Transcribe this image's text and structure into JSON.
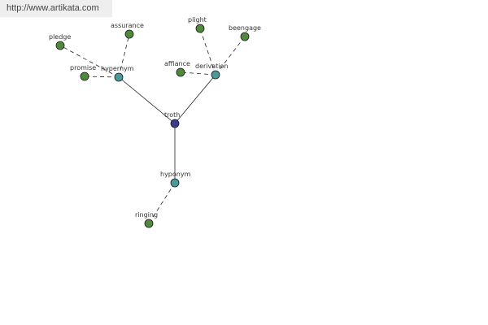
{
  "source_url": "http://www.artikata.com",
  "graph": {
    "nodes": [
      {
        "id": "troth",
        "label": "troth",
        "kind": "root",
        "color": "#3b3b8c"
      },
      {
        "id": "hypernym",
        "label": "hypernym",
        "kind": "relation",
        "color": "#4a9a9a"
      },
      {
        "id": "derivation",
        "label": "derivation",
        "kind": "relation",
        "color": "#4a9a9a"
      },
      {
        "id": "hyponym",
        "label": "hyponym",
        "kind": "relation",
        "color": "#4a9a9a"
      },
      {
        "id": "pledge",
        "label": "pledge",
        "kind": "word",
        "color": "#4f8a3c"
      },
      {
        "id": "assurance",
        "label": "assurance",
        "kind": "word",
        "color": "#4f8a3c"
      },
      {
        "id": "promise",
        "label": "promise",
        "kind": "word",
        "color": "#4f8a3c"
      },
      {
        "id": "plight",
        "label": "plight",
        "kind": "word",
        "color": "#4f8a3c"
      },
      {
        "id": "beengage",
        "label": "beengage",
        "kind": "word",
        "color": "#4f8a3c"
      },
      {
        "id": "affiance",
        "label": "affiance",
        "kind": "word",
        "color": "#4f8a3c"
      },
      {
        "id": "ringing",
        "label": "ringing",
        "kind": "word",
        "color": "#4f8a3c"
      }
    ],
    "edges": [
      {
        "from": "troth",
        "to": "hypernym",
        "style": "solid"
      },
      {
        "from": "troth",
        "to": "derivation",
        "style": "solid"
      },
      {
        "from": "troth",
        "to": "hyponym",
        "style": "solid"
      },
      {
        "from": "hypernym",
        "to": "pledge",
        "style": "dashed"
      },
      {
        "from": "hypernym",
        "to": "assurance",
        "style": "dashed"
      },
      {
        "from": "hypernym",
        "to": "promise",
        "style": "dashed"
      },
      {
        "from": "derivation",
        "to": "plight",
        "style": "dashed"
      },
      {
        "from": "derivation",
        "to": "beengage",
        "style": "dashed"
      },
      {
        "from": "derivation",
        "to": "affiance",
        "style": "dashed"
      },
      {
        "from": "hyponym",
        "to": "ringing",
        "style": "dashed"
      }
    ]
  }
}
